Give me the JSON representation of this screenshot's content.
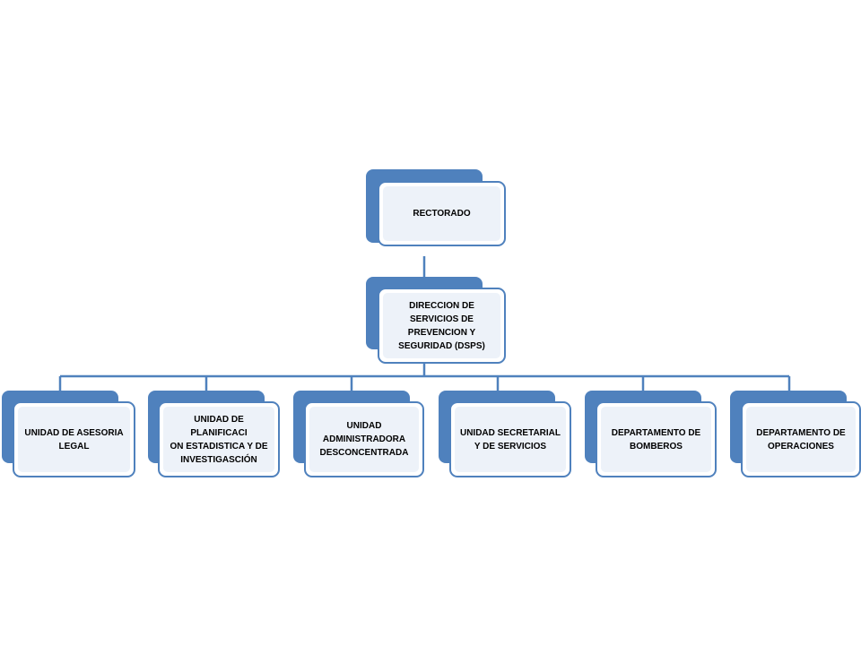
{
  "orgchart": {
    "root": {
      "label": "RECTORADO"
    },
    "level1": {
      "label": "DIRECCION DE\nSERVICIOS DE\nPREVENCION Y\nSEGURIDAD (DSPS)"
    },
    "units": [
      {
        "label": "UNIDAD DE ASESORIA\nLEGAL"
      },
      {
        "label": "UNIDAD DE\nPLANIFICACI\nON ESTADISTICA Y DE\nINVESTIGASCIÓN"
      },
      {
        "label": "UNIDAD\nADMINISTRADORA\nDESCONCENTRADA"
      },
      {
        "label": "UNIDAD SECRETARIAL\nY DE SERVICIOS"
      },
      {
        "label": "DEPARTAMENTO DE\nBOMBEROS"
      },
      {
        "label": "DEPARTAMENTO DE\nOPERACIONES"
      }
    ]
  },
  "colors": {
    "accent": "#4f81bd",
    "fill": "#edf2f9",
    "line": "#4f81bd"
  }
}
